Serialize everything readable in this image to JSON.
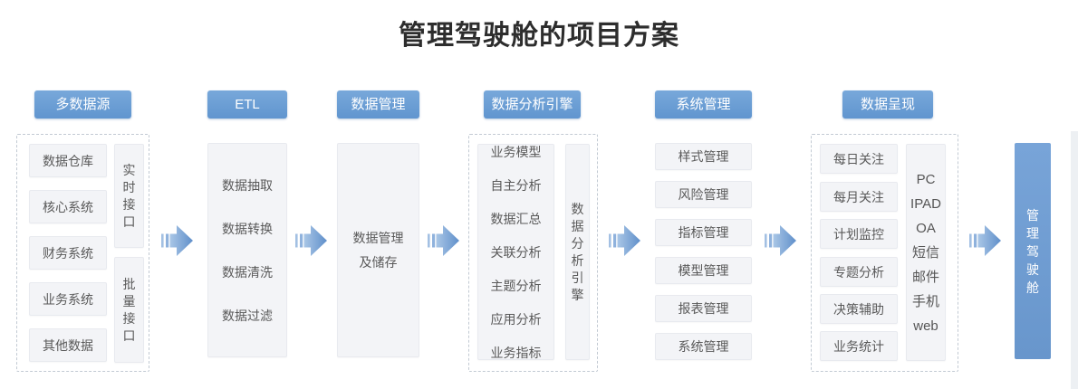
{
  "title": "管理驾驶舱的项目方案",
  "colors": {
    "accent_blue": "#6ca0d6",
    "box_background": "#f3f4f7",
    "arrow_blue": "#5f8fca",
    "dashed_border": "#c2cad3"
  },
  "columns": [
    {
      "header": "多数据源",
      "items": [
        "数据仓库",
        "核心系统",
        "财务系统",
        "业务系统",
        "其他数据"
      ],
      "side": [
        "实时接口",
        "批量接口"
      ]
    },
    {
      "header": "ETL",
      "items": [
        "数据抽取",
        "数据转换",
        "数据清洗",
        "数据过滤"
      ]
    },
    {
      "header": "数据管理",
      "line1": "数据管理",
      "line2": "及储存"
    },
    {
      "header": "数据分析引擎",
      "items": [
        "业务模型",
        "自主分析",
        "数据汇总",
        "关联分析",
        "主题分析",
        "应用分析",
        "业务指标"
      ],
      "side": "数据分析引擎"
    },
    {
      "header": "系统管理",
      "items": [
        "样式管理",
        "风险管理",
        "指标管理",
        "模型管理",
        "报表管理",
        "系统管理"
      ]
    },
    {
      "header": "数据呈现",
      "items": [
        "每日关注",
        "每月关注",
        "计划监控",
        "专题分析",
        "决策辅助",
        "业务统计"
      ],
      "channels": [
        "PC",
        "IPAD",
        "OA",
        "短信",
        "邮件",
        "手机",
        "web"
      ]
    }
  ],
  "result_label": "管理驾驶舱"
}
